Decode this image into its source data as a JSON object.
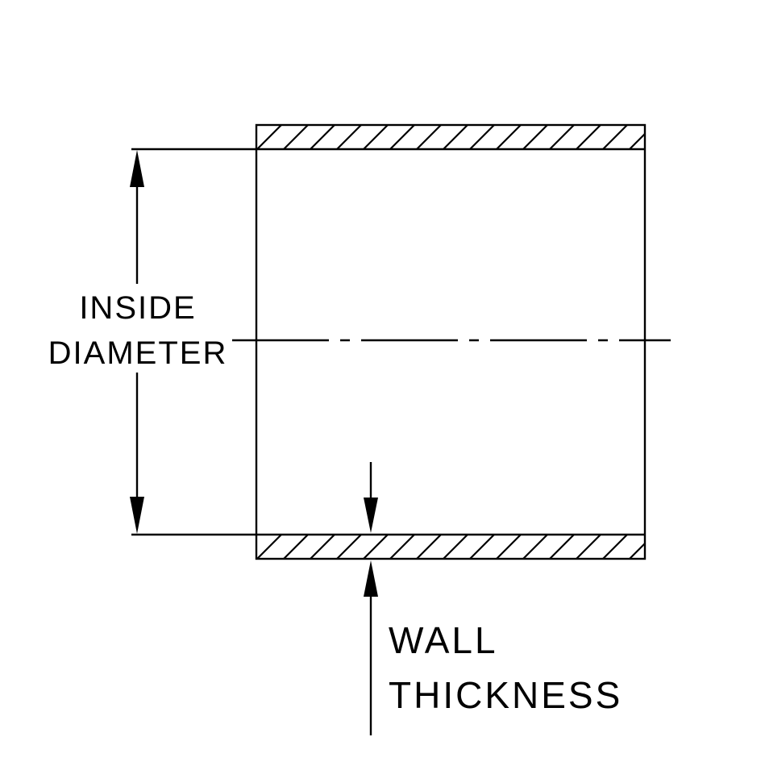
{
  "diagram": {
    "labels": {
      "inside_diameter_line1": "INSIDE",
      "inside_diameter_line2": "DIAMETER",
      "wall_thickness_line1": "WALL",
      "wall_thickness_line2": "THICKNESS"
    },
    "colors": {
      "line": "#000000",
      "background": "#ffffff"
    }
  }
}
